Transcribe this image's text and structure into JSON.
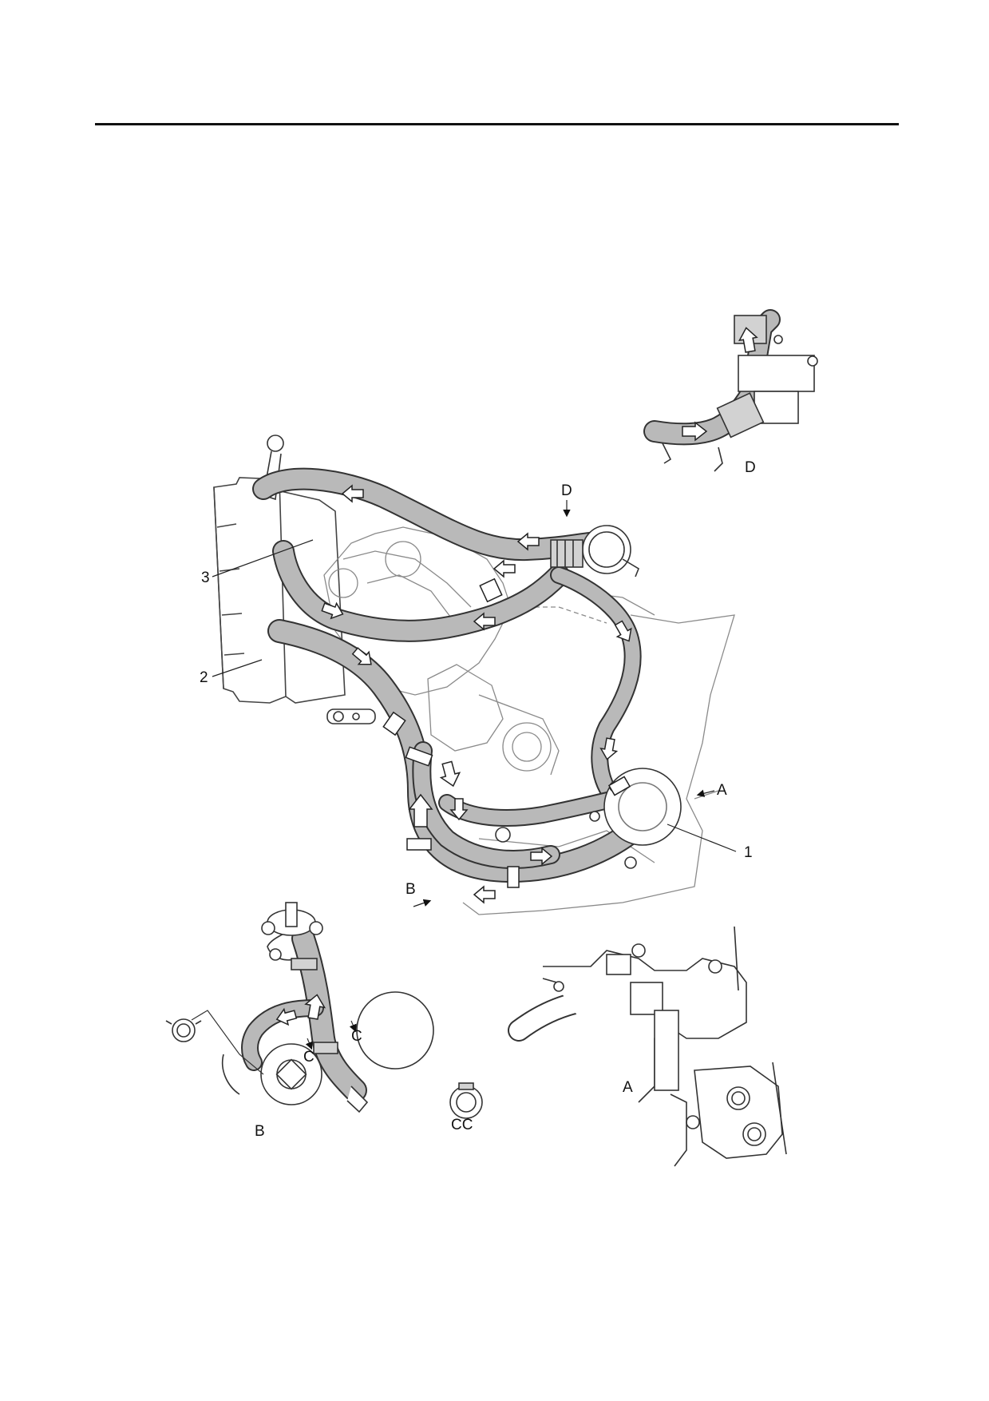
{
  "callouts": {
    "part_1": "1",
    "part_2": "2",
    "part_3": "3"
  },
  "views": {
    "view_a_arrow": "A",
    "view_b_arrow": "B",
    "view_d_arrow": "D",
    "view_a_title": "A",
    "view_b_title": "B",
    "view_d_title": "D",
    "section_c_1": "C",
    "section_c_2": "C",
    "section_cc_title": "CC"
  },
  "colors": {
    "hose_fill": "#b9b9b9",
    "line": "#222222",
    "ghost_line": "#8a8a8a",
    "flow_arrow": "#ffffff"
  },
  "icons": [
    "flow-direction-arrow",
    "hose-clamp",
    "bolt"
  ]
}
